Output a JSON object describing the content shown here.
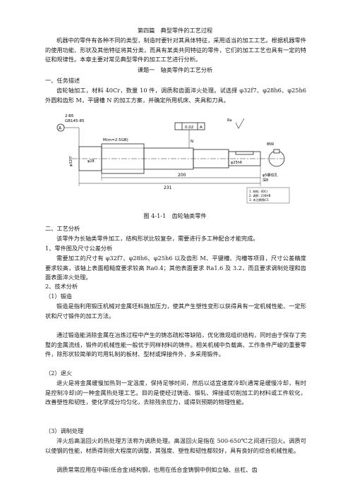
{
  "chapter_title": "第四篇　典型零件的工艺过程",
  "intro": "机器中的零件有各种不同的类型，制造时要针对其具体特征，采用适当的加工工艺。根据机器零件的使用功能、形状及其他特征将其分类，而具有某类共同特征的零件，它们的加工工艺也具有一定的特征和规律性。本章主要对常见典型零件的加工工艺进行分析。",
  "lesson_title": "课题一　轴类零件的工艺分析",
  "section1": "一、任务描述",
  "task": "齿轮轴加工，材料 40Cr，数量 10 件，调质和齿面淬火处理。试选择 φ32f7、φ28h6、φ25h6 外圆和齿形 M，平键槽 N 的加工方案，并确定所用机床、夹具和刀具。",
  "figure_caption": "图 4-1-1　齿轮轴类零件",
  "section2": "二、工艺分析",
  "analysis_intro": "该零件为长轴类零件加工，结构形状比较复杂，需要进行多工种配合才能完成。",
  "sub1": "1、零件图及尺寸公差分析",
  "sub1_text": "需要加工的尺寸有 φ32f7、φ28h6、φ25h6 以及齿形 M、平键槽、沟槽等项目，尺寸公差精度要求较高，该轴上表面粗糙度要求较高 Ra0.4；其他表面要求 Ra1.6 及 3.2，而且要求调制处理和齿面表面淬火处理。",
  "sub2": "2、技术分析",
  "forge_h": "（1）锻造",
  "forge_p1": "锻造是指利用锻压机械对金属坯料施加压力，使其产生塑性变形以获得具有一定机械性能、一定形状和尺寸锻件的加工方法。",
  "forge_p2": "通过锻造能消除金属在冶炼过程中产生的铸态疏松等缺陷，优化微观组织结构，同时由于保存了完整的金属流线，锻件的机械性能一般优于同样材料的铸件。相关机械中负载高、工作条件严峻的重要零件，除形状较简单的可用轧制的板材、型材或焊接件外，多采用锻件。",
  "anneal_h": "（2）退火",
  "anneal_p": "退火是将金属缓慢加热到一定温度，保持足够时间，然后以适宜速度冷却(通常是缓慢冷却，有时是控制冷却)的一种金属热处理工艺。目的是使经过铸造、锻轧、焊接或切削加工的材料或工件软化，改善塑性和韧性，使化学成分均匀化，去除残余应力，或得到预期的物理性能。",
  "temper_h": "（3）调制处理",
  "temper_p1": "淬火后高温回火的热处理方法称为调质处理。高温回火是指在 500-650℃之间进行回火。调质可以使钢的性能，材质得到很大程度的调整，其强度、塑性和韧性都较好，具有良好的综合机械性能。",
  "temper_p2": "调质常常应用在中碳(低合金)结构钢，也用在低合金铸钢中例如立轴、丝杠、齿",
  "drawing": {
    "dim_chamfer": "2-B5",
    "dim_chamfer2": "GB145-85",
    "gear_label": "M(m=2.5GB)",
    "frame_tol": "0.02",
    "frame_ref": "A",
    "datum": "A",
    "keyway_label": "N",
    "dia1": "φ32f7",
    "dia2": "φ28",
    "dia3": "φ25h6",
    "len_total": "231",
    "len_seg": "200",
    "keyway_w": "8N9",
    "rough": "Ra",
    "note1": "1. 材料: 40Cr",
    "note2": "2. 调质: 230HB",
    "note3": "3. 未注倒角C1",
    "tail": "φ5螺纹孔",
    "tail2": "深8"
  }
}
